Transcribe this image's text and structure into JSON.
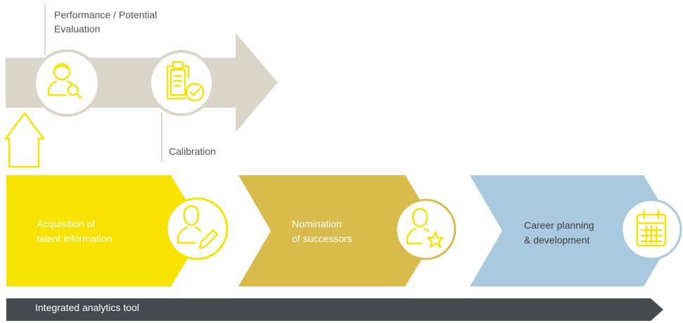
{
  "top_labels": {
    "evaluation": "Performance / Potential\nEvaluation",
    "calibration": "Calibration"
  },
  "steps": [
    {
      "label": "Acquisition of\ntalent information",
      "icon": "person-edit-icon",
      "color": "#F7E200"
    },
    {
      "label": "Nomination\nof successors",
      "icon": "person-star-icon",
      "color": "#D8BB4B"
    },
    {
      "label": "Career planning\n& development",
      "icon": "calendar-icon",
      "color": "#A9CADE"
    }
  ],
  "bottom_bar": {
    "label": "Integrated analytics tool",
    "color": "#454A4F"
  },
  "colors": {
    "top_arrow": "#D9D6C9",
    "icon_stroke": "#F7E200",
    "circle_fill": "#FFFFFF",
    "circle_border_top": "#D9D6C9",
    "circle_border_step1": "#F7E200",
    "circle_border_step2": "#D8BB4B",
    "circle_border_step3": "#A9CADE"
  }
}
